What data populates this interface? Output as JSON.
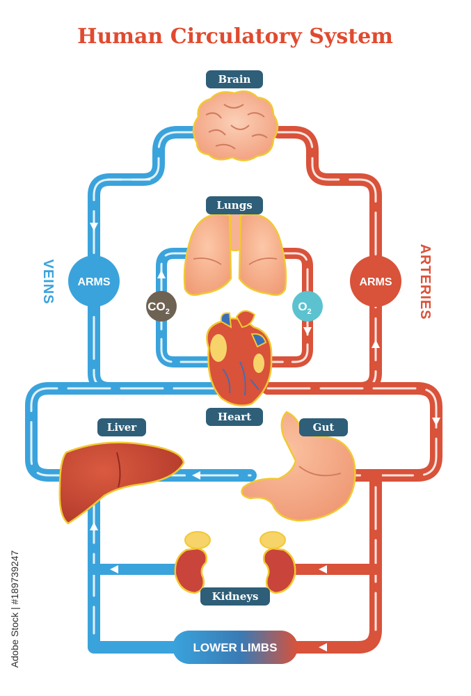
{
  "title": "Human Circulatory System",
  "organs": {
    "brain": "Brain",
    "lungs": "Lungs",
    "heart": "Heart",
    "liver": "Liver",
    "gut": "Gut",
    "kidneys": "Kidneys"
  },
  "arms_left": "ARMS",
  "arms_right": "ARMS",
  "veins_label": "VEINS",
  "arteries_label": "ARTERIES",
  "lower_limbs": "LOWER LIMBS",
  "gases": {
    "co2": "CO",
    "co2_sub": "2",
    "o2": "O",
    "o2_sub": "2"
  },
  "credit": "Adobe Stock | #189739247",
  "colors": {
    "title": "#e04a2f",
    "vein": "#3aa3dc",
    "artery": "#d9523a",
    "label_bg": "#2e5e78",
    "co2_bg": "#6e6253",
    "o2_bg": "#5cc2cf"
  }
}
